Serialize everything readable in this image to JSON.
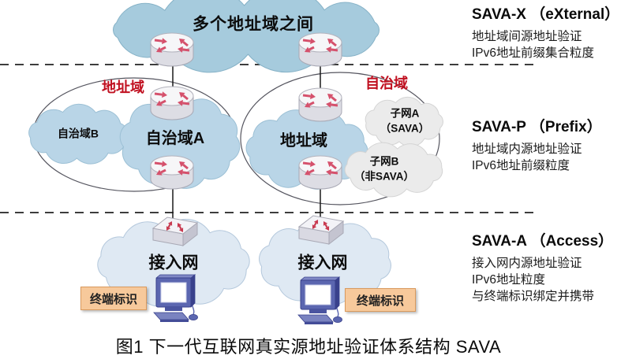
{
  "top": {
    "cloud_label": "多个地址域之间"
  },
  "left_domain": {
    "tag": "地址域",
    "cloud_b": "自治域B",
    "cloud_a": "自治域A"
  },
  "right_domain": {
    "tag": "自治域",
    "cloud": "地址域",
    "subnet_a_line1": "子网A",
    "subnet_a_line2": "（SAVA）",
    "subnet_b_line1": "子网B",
    "subnet_b_line2": "（非SAVA）"
  },
  "access": {
    "left_label": "接入网",
    "right_label": "接入网",
    "left_terminal": "终端标识",
    "right_terminal": "终端标识"
  },
  "right_column": {
    "sections": [
      {
        "title": "SAVA-X （eXternal）",
        "lines": [
          "地址域间源地址验证",
          "IPv6地址前缀集合粒度"
        ]
      },
      {
        "title": "SAVA-P （Prefix）",
        "lines": [
          "地址域内源地址验证",
          "IPv6地址前缀粒度"
        ]
      },
      {
        "title": "SAVA-A （Access）",
        "lines": [
          "接入网内源地址验证",
          "IPv6地址粒度",
          "与终端标识绑定并携带"
        ]
      }
    ]
  },
  "caption": "图1 下一代互联网真实源地址验证体系结构 SAVA",
  "icons": {
    "router": "router-icon",
    "switch": "switch-icon",
    "computer": "computer-icon",
    "cloud": "cloud-shape"
  },
  "colors": {
    "top_cloud": "#a6cbdd",
    "domain_cloud": "#b9d5e7",
    "access_cloud": "#dfe9f3",
    "subnet_cloud": "#ebebeb",
    "red_label": "#c01020",
    "router_arrow": "#d5516c",
    "switch_arrow": "#c83a50",
    "terminal_fill": "#f7c99b",
    "terminal_border": "#d99a5e",
    "computer_body": "#5b66b0"
  }
}
